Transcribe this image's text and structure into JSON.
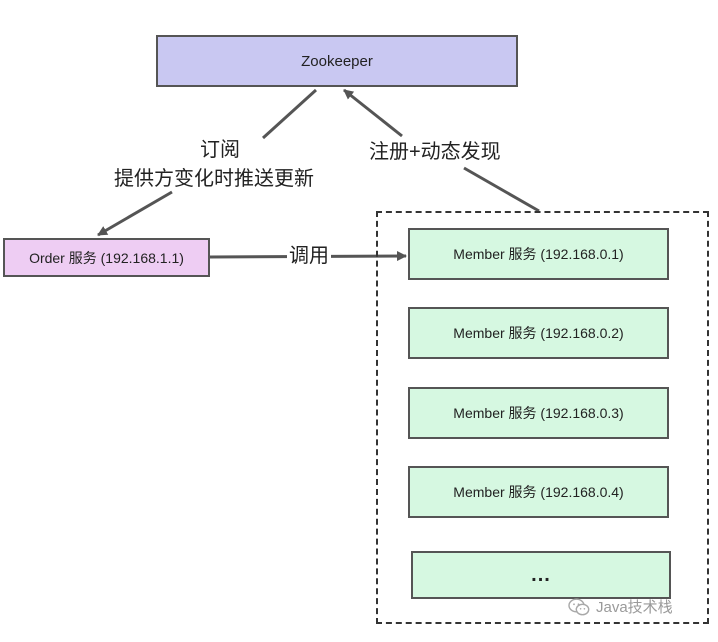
{
  "nodes": {
    "zookeeper": "Zookeeper",
    "order": "Order 服务 (192.168.1.1)",
    "members": [
      "Member 服务 (192.168.0.1)",
      "Member 服务 (192.168.0.2)",
      "Member 服务 (192.168.0.3)",
      "Member 服务 (192.168.0.4)",
      "..."
    ]
  },
  "edges": {
    "subscribe_line1": "订阅",
    "subscribe_line2": "提供方变化时推送更新",
    "register": "注册+动态发现",
    "invoke": "调用"
  },
  "watermark": "Java技术栈",
  "colors": {
    "zookeeper_fill": "#c9c8f2",
    "order_fill": "#eecdf3",
    "member_fill": "#d6f8e1",
    "border": "#555555",
    "arrow": "#555555"
  }
}
